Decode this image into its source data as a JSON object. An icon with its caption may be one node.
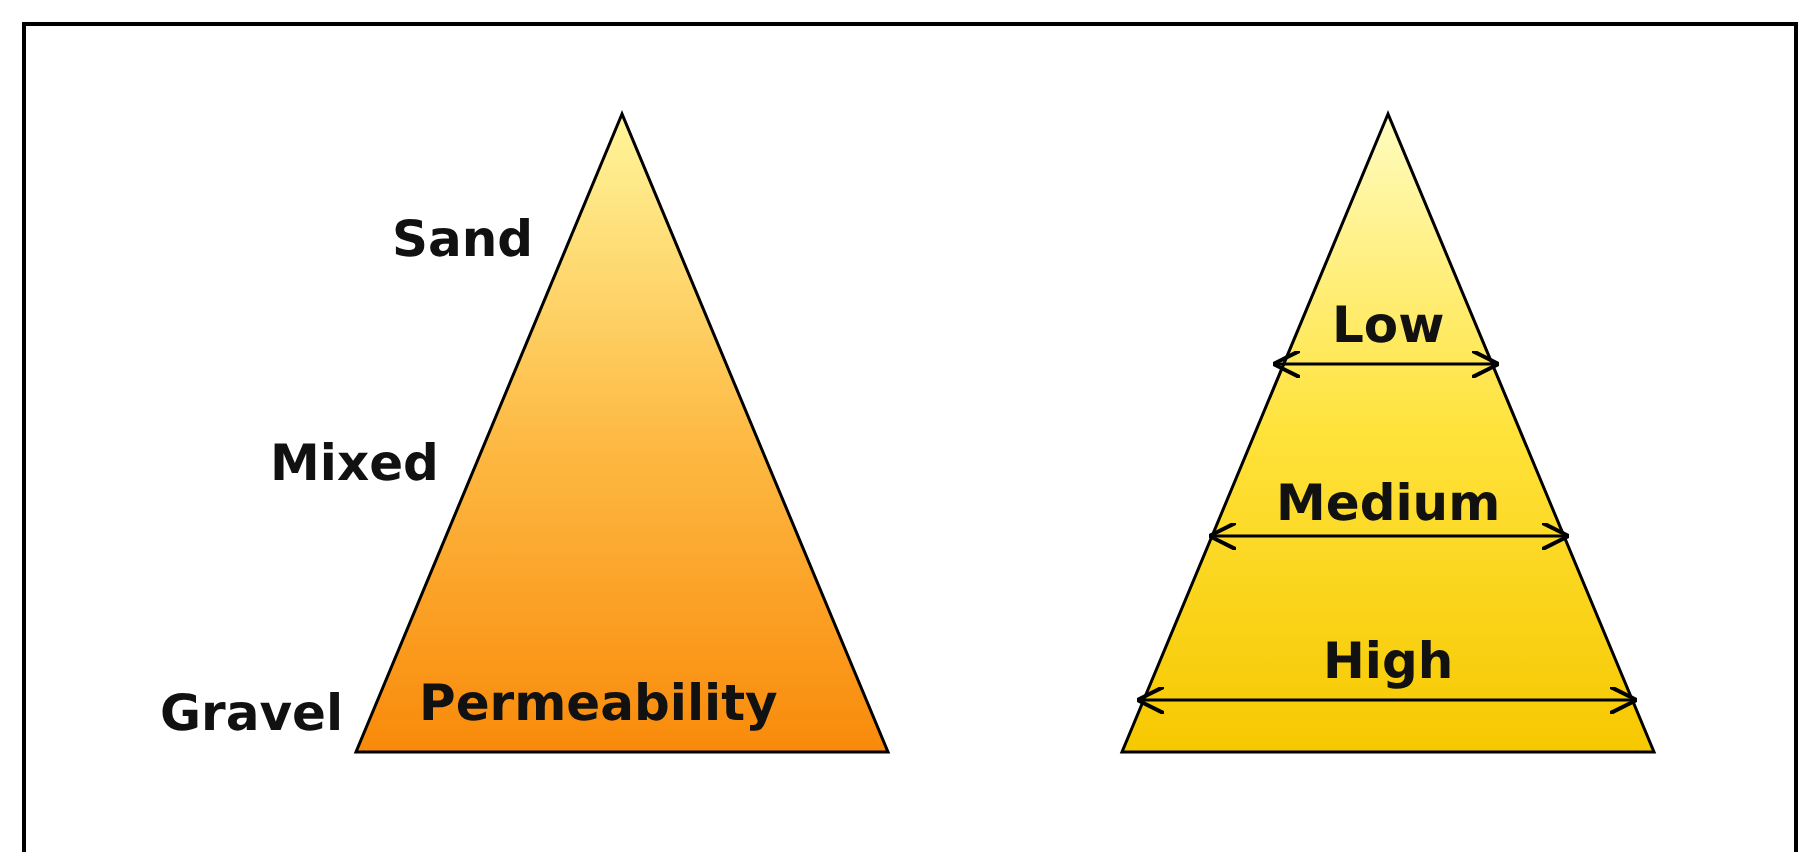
{
  "diagram": {
    "nodes": [
      {
        "text": [
          "Permeability"
        ]
      },
      {
        "text": [
          "Low",
          "Medium",
          "High"
        ]
      }
    ],
    "labels": [
      "Sand",
      "Mixed",
      "Gravel"
    ]
  }
}
